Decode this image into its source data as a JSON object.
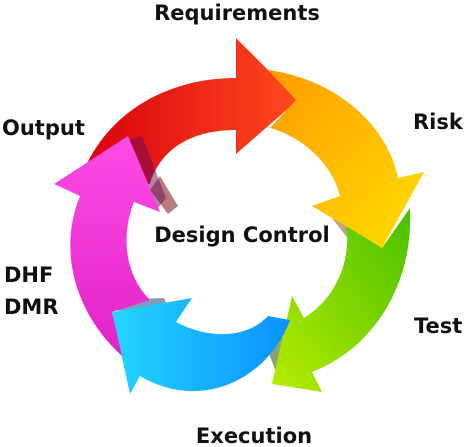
{
  "diagram": {
    "center_label": "Design Control",
    "stages": [
      {
        "label": "Requirements",
        "color": "#ff2a1a"
      },
      {
        "label": "Risk",
        "color": "#ffb000"
      },
      {
        "label": "Test",
        "color": "#7fd200"
      },
      {
        "label": "Execution",
        "color": "#12b8ff"
      },
      {
        "label": "DHF",
        "color": "#ff30d8"
      },
      {
        "label": "DMR",
        "color": "#ff30d8"
      },
      {
        "label": "Output",
        "color": "#ff30d8"
      }
    ]
  }
}
